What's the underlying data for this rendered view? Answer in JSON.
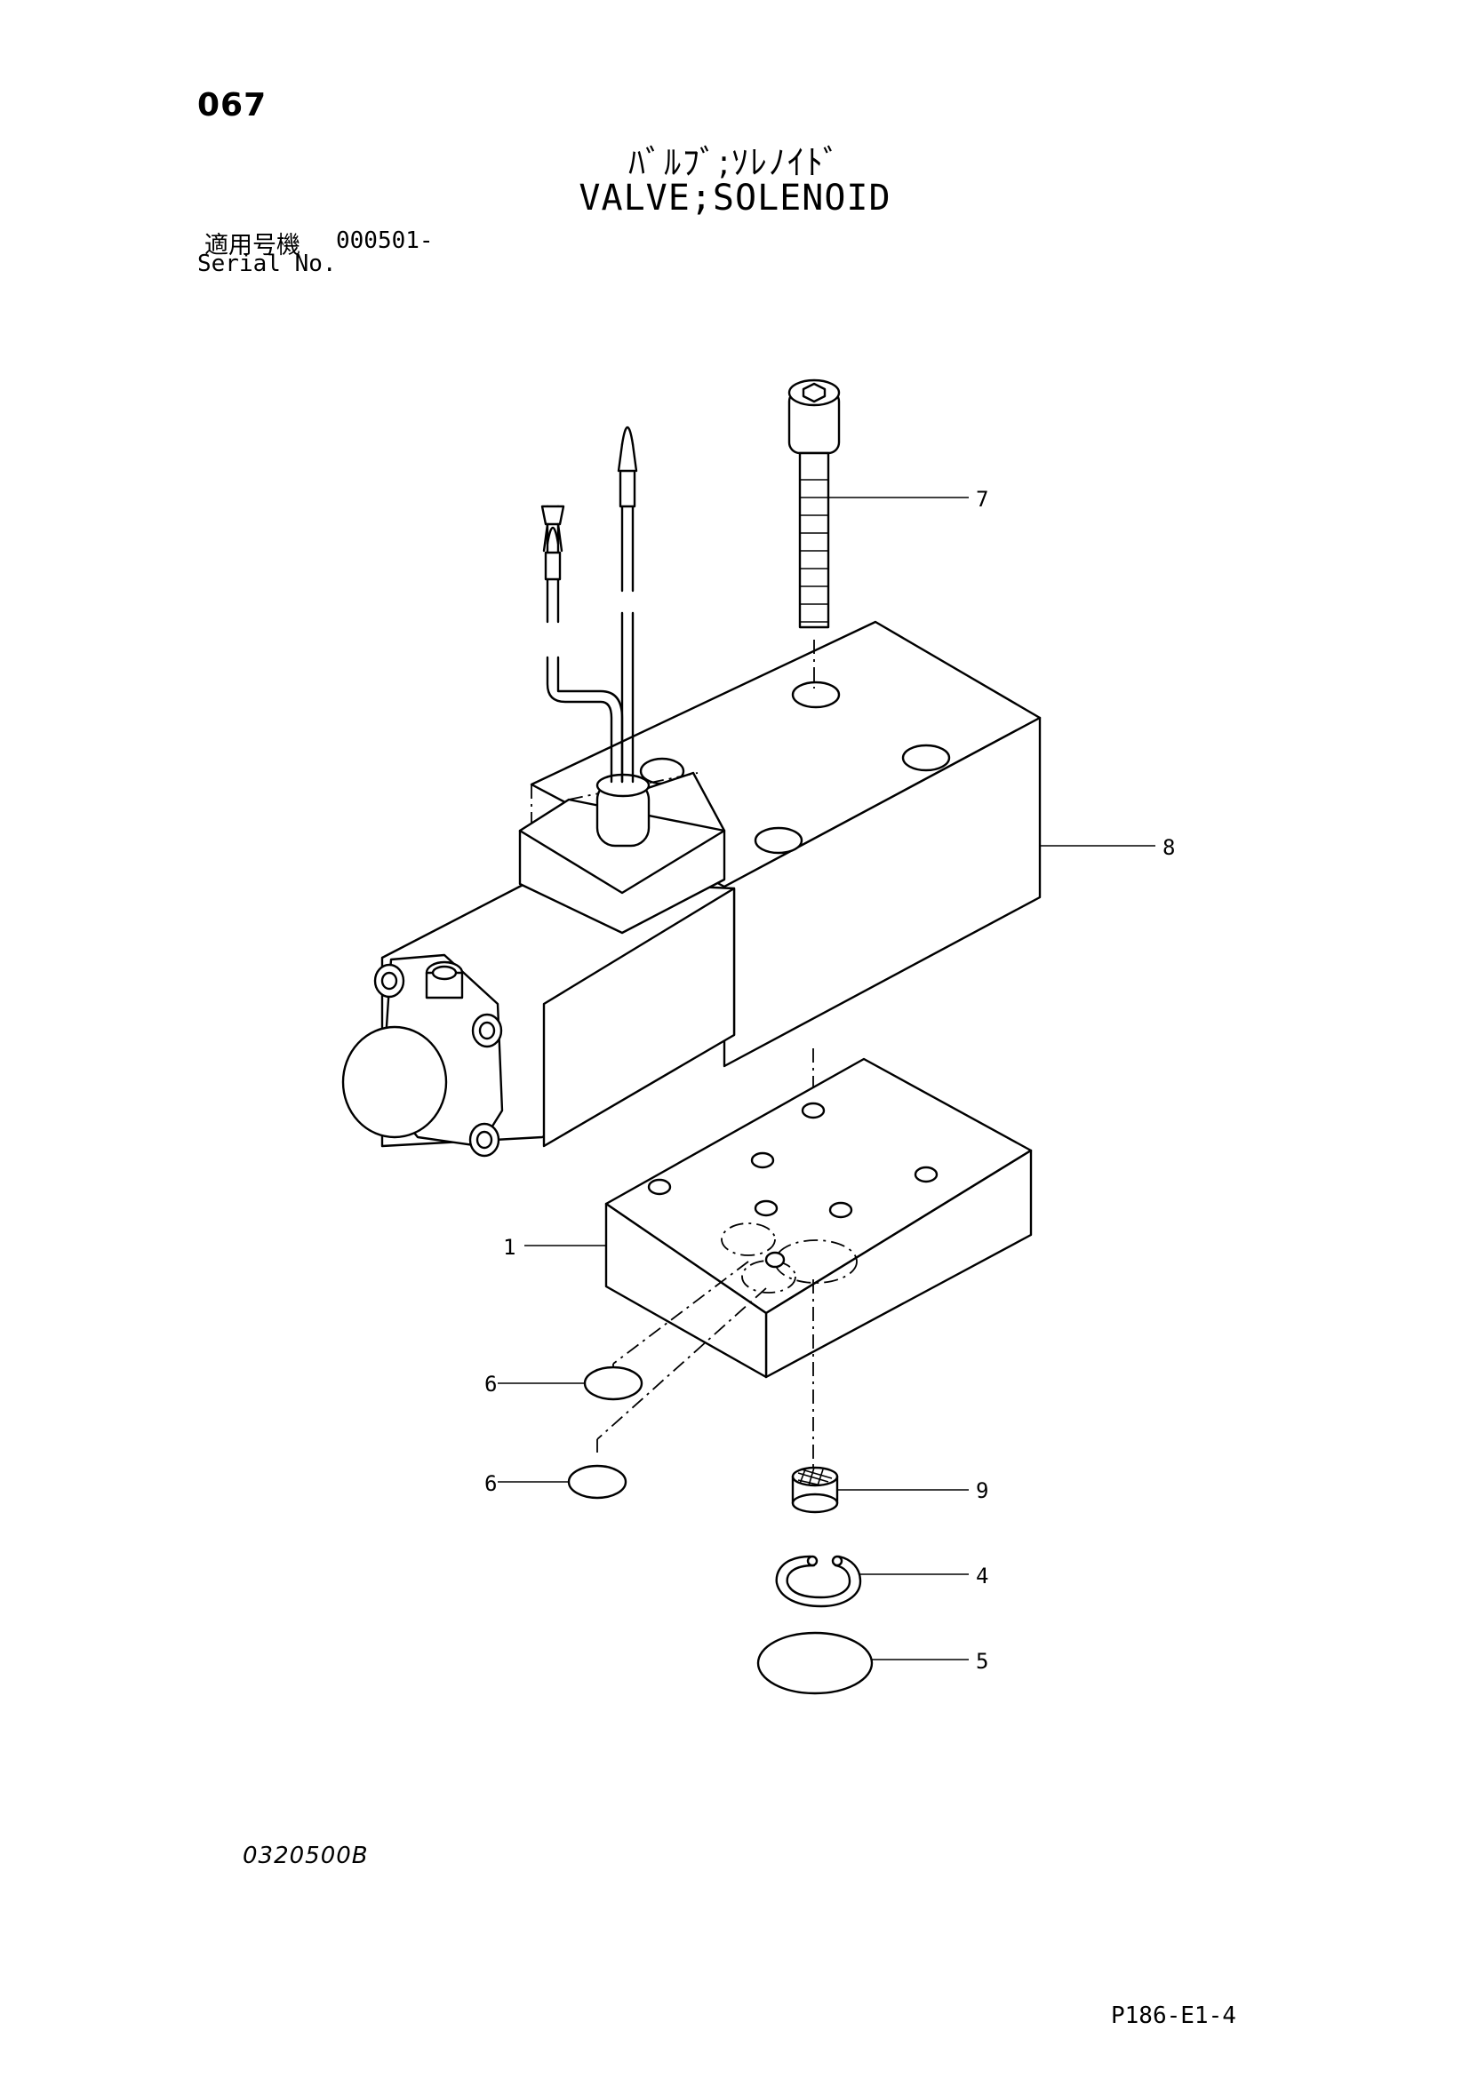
{
  "header": {
    "page_number": "067",
    "title_jp": "ﾊﾞﾙﾌﾞ;ｿﾚﾉｲﾄﾞ",
    "title_en": "VALVE;SOLENOID",
    "serial_label_jp": "適用号機",
    "serial_value": "000501-",
    "serial_label_en": "Serial No."
  },
  "callouts": [
    {
      "id": "1",
      "label": "1"
    },
    {
      "id": "4",
      "label": "4"
    },
    {
      "id": "5",
      "label": "5"
    },
    {
      "id": "6a",
      "label": "6"
    },
    {
      "id": "6b",
      "label": "6"
    },
    {
      "id": "7",
      "label": "7"
    },
    {
      "id": "8",
      "label": "8"
    },
    {
      "id": "9",
      "label": "9"
    }
  ],
  "footer": {
    "drawing_code": "0320500B",
    "sheet_code": "P186-E1-4"
  }
}
